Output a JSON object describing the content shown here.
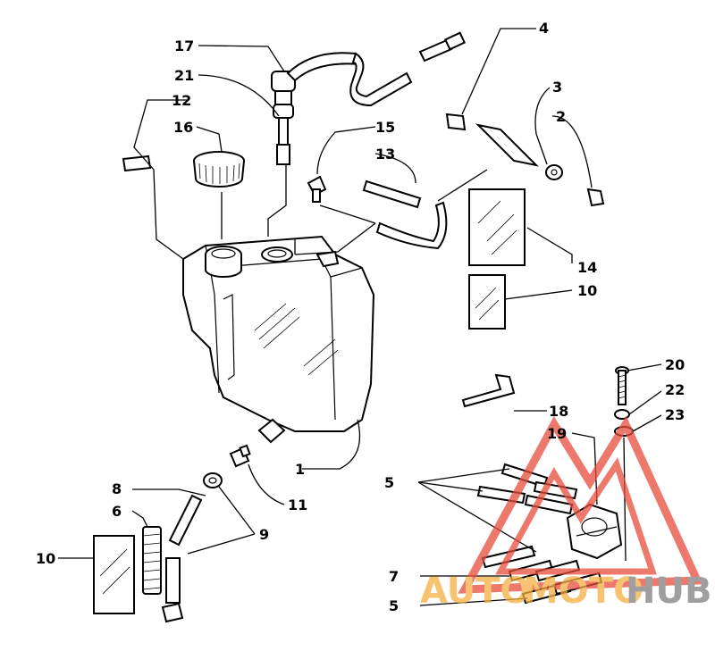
{
  "callouts": [
    {
      "id": "17",
      "text": "17"
    },
    {
      "id": "21",
      "text": "21"
    },
    {
      "id": "12",
      "text": "12"
    },
    {
      "id": "16",
      "text": "16"
    },
    {
      "id": "15",
      "text": "15"
    },
    {
      "id": "13",
      "text": "13"
    },
    {
      "id": "4",
      "text": "4"
    },
    {
      "id": "3",
      "text": "3"
    },
    {
      "id": "2",
      "text": "2"
    },
    {
      "id": "14",
      "text": "14"
    },
    {
      "id": "10a",
      "text": "10"
    },
    {
      "id": "20",
      "text": "20"
    },
    {
      "id": "22",
      "text": "22"
    },
    {
      "id": "23",
      "text": "23"
    },
    {
      "id": "18",
      "text": "18"
    },
    {
      "id": "19",
      "text": "19"
    },
    {
      "id": "1",
      "text": "1"
    },
    {
      "id": "11",
      "text": "11"
    },
    {
      "id": "5a",
      "text": "5"
    },
    {
      "id": "8",
      "text": "8"
    },
    {
      "id": "6",
      "text": "6"
    },
    {
      "id": "9",
      "text": "9"
    },
    {
      "id": "10b",
      "text": "10"
    },
    {
      "id": "7",
      "text": "7"
    },
    {
      "id": "5b",
      "text": "5"
    }
  ],
  "watermark": {
    "part1": "AUTO",
    "part2": "MOTO",
    "part3": "HUB",
    "color_orange": "#f5b041",
    "color_red": "#e74c3c",
    "color_gray": "#808080"
  }
}
